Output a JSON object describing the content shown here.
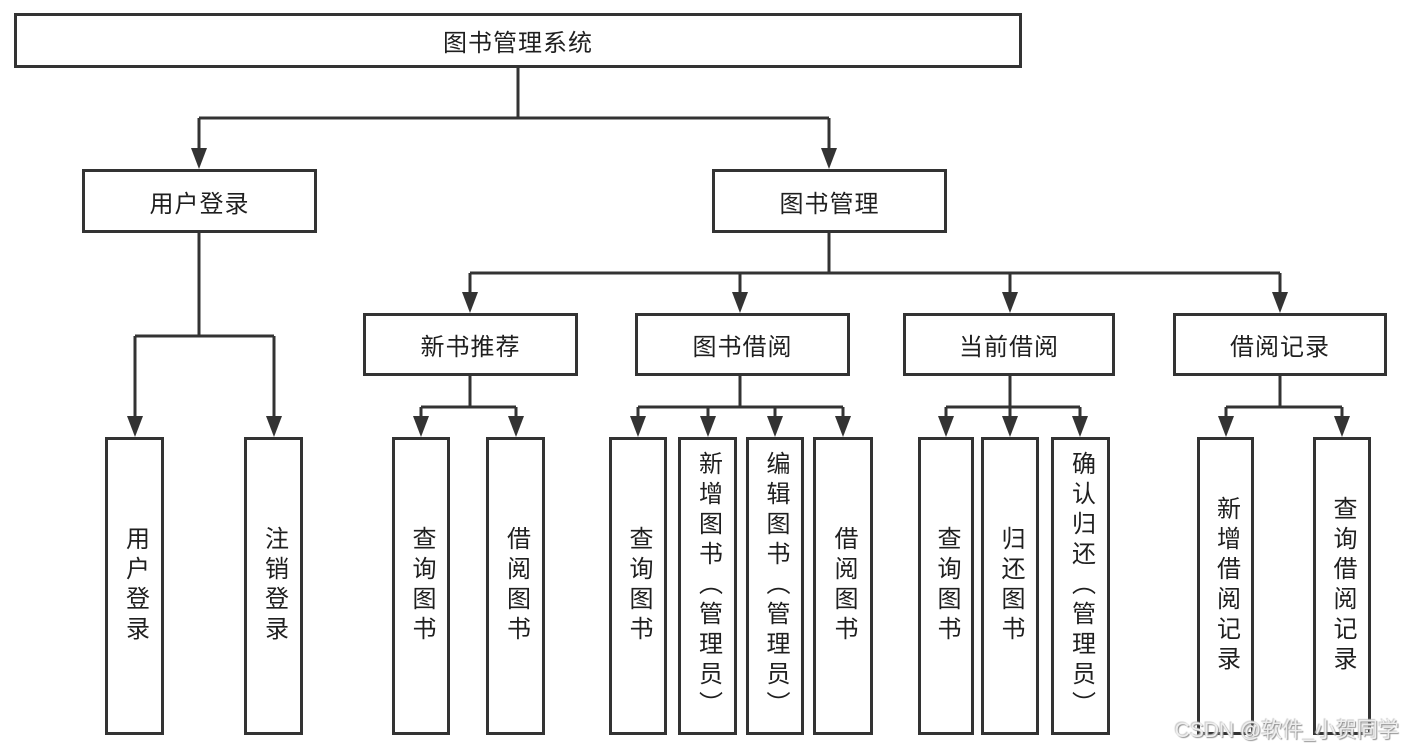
{
  "tree": {
    "root": "图书管理系统",
    "branches": [
      {
        "label": "用户登录",
        "children": [
          "用户登录",
          "注销登录"
        ]
      },
      {
        "label": "图书管理",
        "sections": [
          {
            "label": "新书推荐",
            "children": [
              "查询图书",
              "借阅图书"
            ]
          },
          {
            "label": "图书借阅",
            "children": [
              "查询图书",
              "新增图书（管理员）",
              "编辑图书（管理员）",
              "借阅图书"
            ]
          },
          {
            "label": "当前借阅",
            "children": [
              "查询图书",
              "归还图书",
              "确认归还（管理员）"
            ]
          },
          {
            "label": "借阅记录",
            "children": [
              "新增借阅记录",
              "查询借阅记录"
            ]
          }
        ]
      }
    ]
  },
  "watermark": "CSDN @软件_小贺同学",
  "colors": {
    "line": "#333333",
    "text": "#1f1f1f",
    "background": "#ffffff",
    "watermark": "#eeeeee"
  }
}
